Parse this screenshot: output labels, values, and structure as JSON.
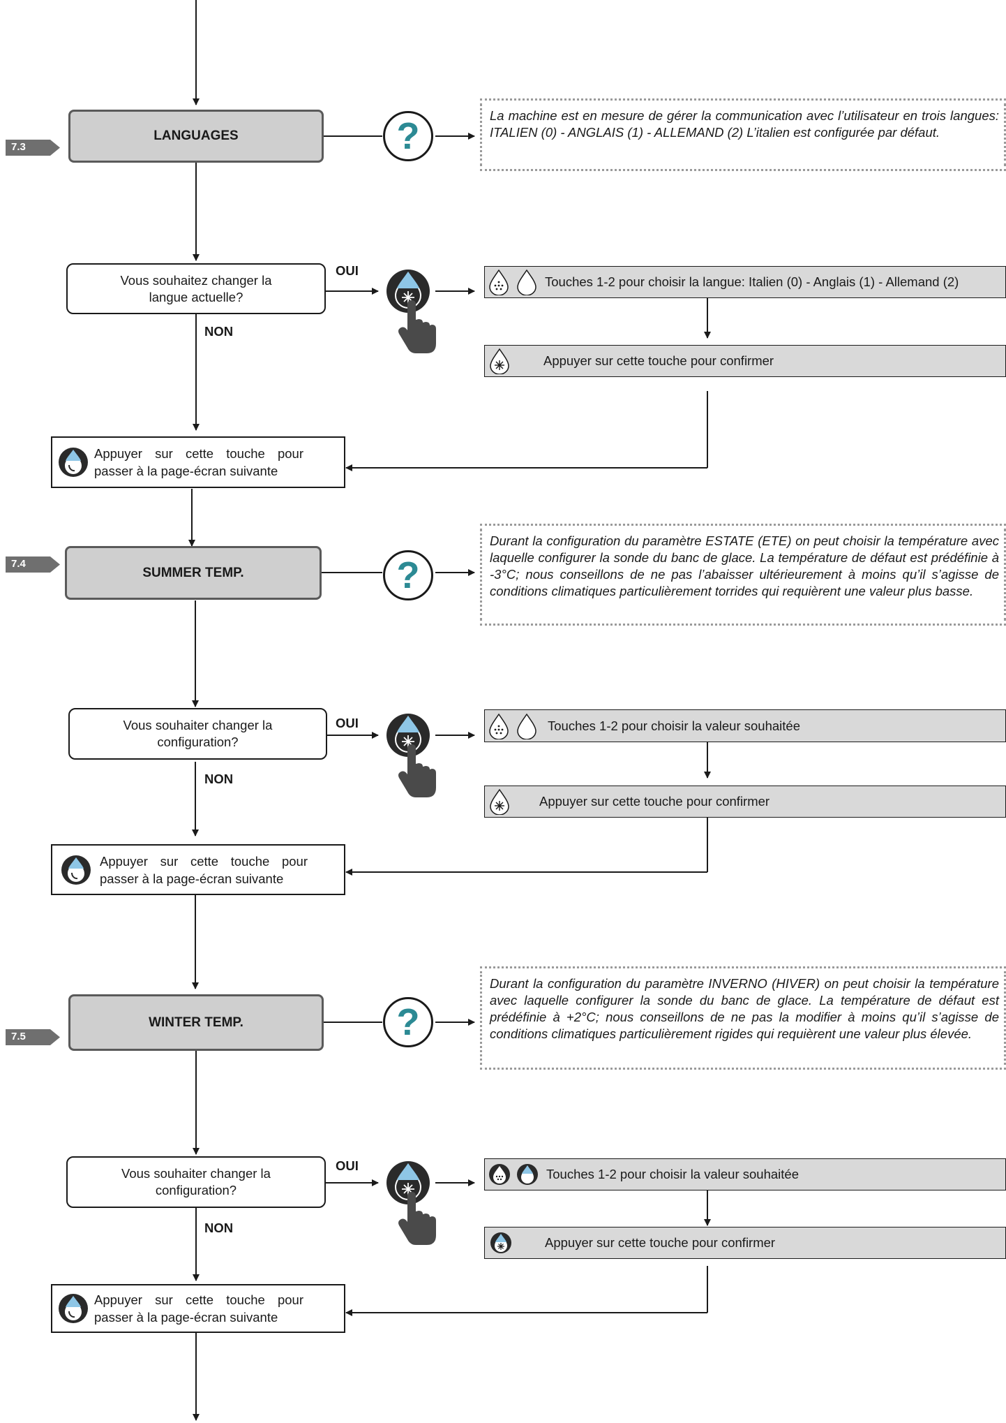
{
  "steps": [
    {
      "tag": "7.3",
      "title": "LANGUAGES",
      "note": "La machine est en mesure de gérer la communication avec l’utilisateur en trois langues: ITALIEN (0) - ANGLAIS (1) - ALLEMAND (2) L’italien est configurée par défaut.",
      "question": "Vous souhaitez changer la langue actuelle?",
      "yes": "OUI",
      "no": "NON",
      "select": "Touches 1-2 pour choisir la langue: Italien (0) - Anglais (1) - Allemand (2)",
      "confirm": "Appuyer sur cette touche pour confirmer",
      "next": "Appuyer sur cette touche pour passer à la page-écran suivante"
    },
    {
      "tag": "7.4",
      "title": "SUMMER TEMP.",
      "note": "Durant la configuration du paramètre ESTATE (ETE) on peut choisir la température avec laquelle configurer la sonde du banc de glace. La température de défaut est prédéfinie à -3°C; nous conseillons de ne pas l’abaisser ultérieurement à moins qu’il s’agisse de conditions climatiques particulièrement torrides qui requièrent une valeur plus basse.",
      "question": "Vous souhaiter changer la configuration?",
      "yes": "OUI",
      "no": "NON",
      "select": "Touches 1-2 pour choisir la valeur souhaitée",
      "confirm": "Appuyer sur cette touche pour confirmer",
      "next": "Appuyer sur cette touche pour passer à la page-écran suivante"
    },
    {
      "tag": "7.5",
      "title": "WINTER TEMP.",
      "note": "Durant la configuration du paramètre INVERNO (HIVER) on peut choisir la température avec laquelle configurer la sonde du banc de glace. La température de défaut est prédéfinie à +2°C; nous conseillons de ne pas la modifier à moins qu’il s’agisse de conditions climatiques particulièrement rigides qui requièrent une valeur plus élevée.",
      "question": "Vous souhaiter changer la configuration?",
      "yes": "OUI",
      "no": "NON",
      "select": "Touches 1-2 pour choisir la valeur souhaitée",
      "confirm": "Appuyer sur cette touche pour confirmer",
      "next": "Appuyer sur cette touche pour passer à la page-écran suivante"
    }
  ],
  "icons": {
    "question": "?",
    "button": "drop-snowflake-button-icon",
    "hand": "pointing-hand-icon",
    "drop_dots": "drop-dots-icon",
    "drop_empty": "drop-outline-icon",
    "drop_snow": "drop-snowflake-icon",
    "drop_next": "drop-next-icon"
  },
  "colors": {
    "step_fill": "#cfcfcf",
    "action_fill": "#d9d9d9",
    "accent": "#2c8a94",
    "tag_fill": "#6f6f6f"
  }
}
